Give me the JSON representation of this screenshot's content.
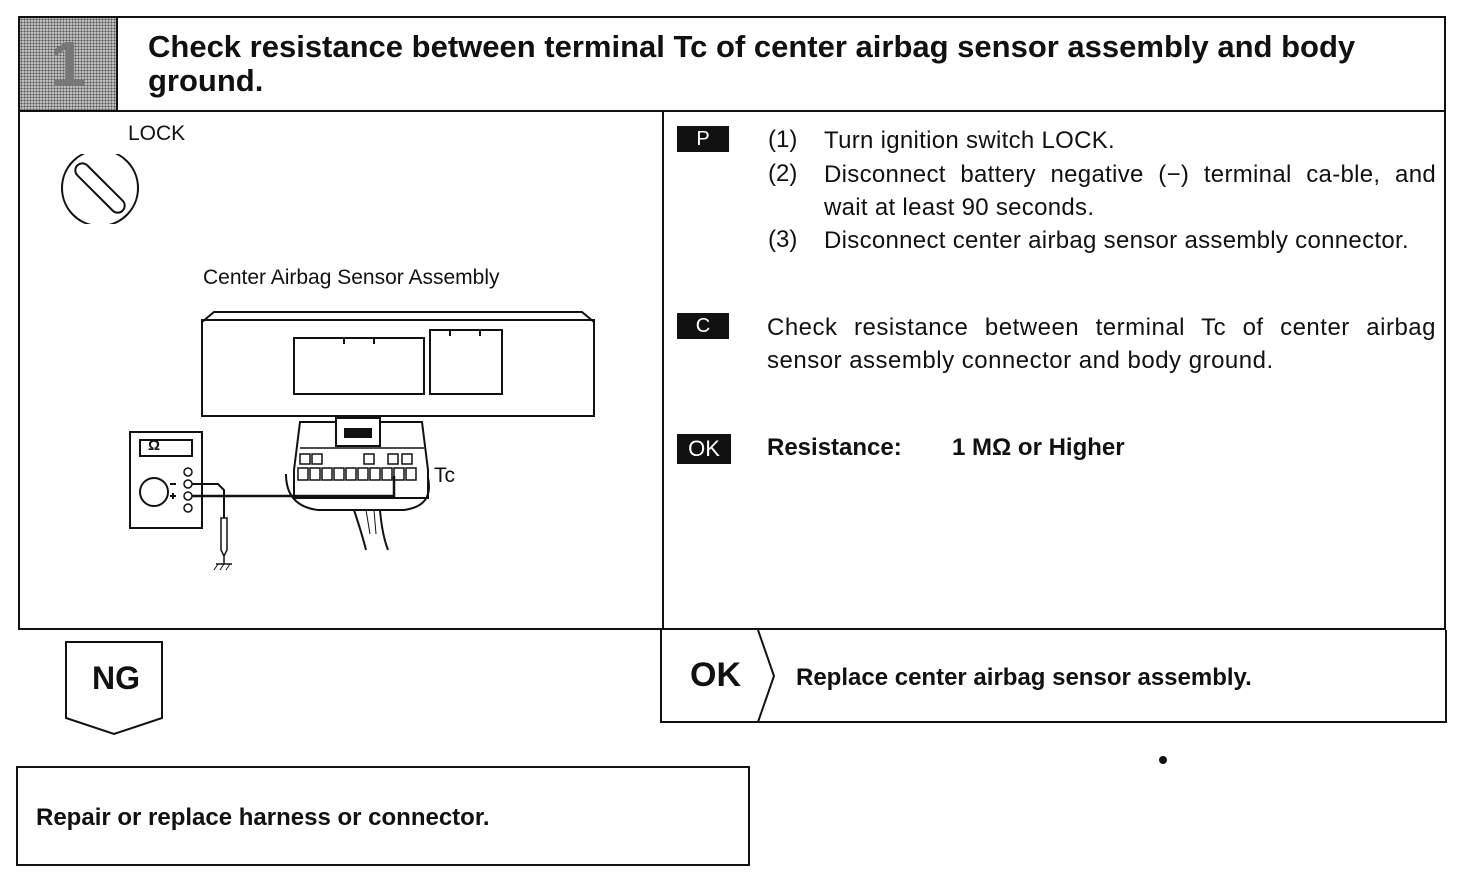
{
  "header": {
    "step_number": "1",
    "title": "Check resistance between terminal Tc of center airbag sensor assembly and body ground."
  },
  "figure": {
    "lock_label": "LOCK",
    "assembly_label": "Center Airbag Sensor Assembly",
    "meter_symbol": "Ω",
    "terminal_label": "Tc"
  },
  "procedure": {
    "prepare_badge": "P",
    "steps": [
      {
        "num": "(1)",
        "text": "Turn ignition switch LOCK."
      },
      {
        "num": "(2)",
        "text": "Disconnect battery negative (−) terminal ca-ble, and wait at least 90 seconds."
      },
      {
        "num": "(3)",
        "text": "Disconnect center airbag sensor assembly connector."
      }
    ],
    "check_badge": "C",
    "check_text": "Check resistance between terminal Tc of center airbag sensor assembly connector and body ground.",
    "ok_badge": "OK",
    "spec_label": "Resistance:",
    "spec_value": "1 MΩ or Higher"
  },
  "ng_branch": {
    "label": "NG",
    "action": "Repair or replace harness or connector."
  },
  "ok_branch": {
    "label": "OK",
    "action": "Replace center airbag sensor assembly."
  }
}
